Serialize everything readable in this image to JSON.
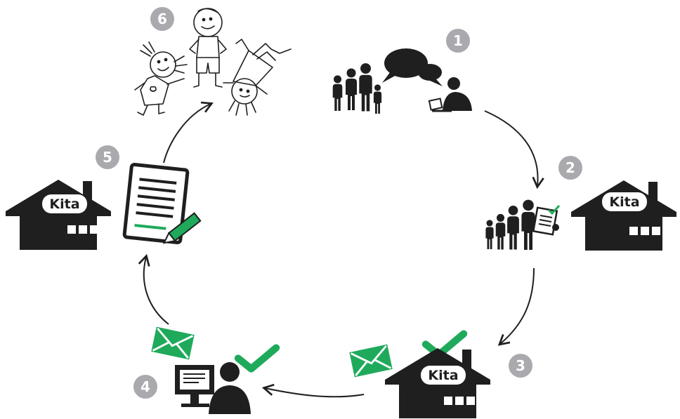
{
  "kita_label": "Kita",
  "steps": [
    "1",
    "2",
    "3",
    "4",
    "5",
    "6"
  ],
  "colors": {
    "ink": "#1f1f1f",
    "accent_green": "#1faa5b",
    "badge_gray": "#a9a9ae",
    "paper": "#ffffff"
  },
  "icons": {
    "family": "family-icon",
    "speech": "speech-bubbles-icon",
    "consultant": "consultant-icon",
    "house": "kita-house-icon",
    "envelope": "envelope-icon",
    "check": "checkmark-icon",
    "computer": "computer-user-icon",
    "contract": "contract-document-icon",
    "children": "children-drawing-icon"
  }
}
